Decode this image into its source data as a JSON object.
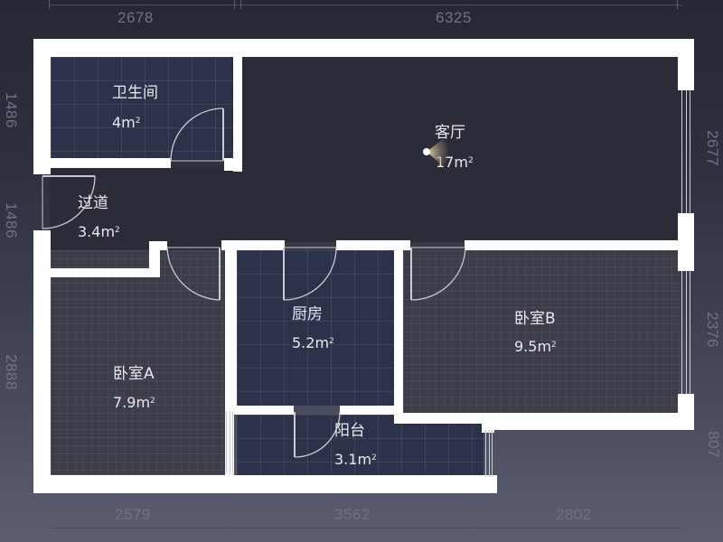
{
  "dimensions": {
    "top": [
      "2678",
      "6325"
    ],
    "bottom": [
      "2579",
      "3562",
      "2802"
    ],
    "left": [
      "1486",
      "1486",
      "2888"
    ],
    "right": [
      "2677",
      "2376",
      "807"
    ]
  },
  "rooms": {
    "bathroom": {
      "name": "卫生间",
      "area": "4m",
      "unit_sup": "2"
    },
    "living_room": {
      "name": "客厅",
      "area": "17m",
      "unit_sup": "2"
    },
    "hallway": {
      "name": "过道",
      "area": "3.4m",
      "unit_sup": "2"
    },
    "kitchen": {
      "name": "厨房",
      "area": "5.2m",
      "unit_sup": "2"
    },
    "bedroom_a": {
      "name": "卧室A",
      "area": "7.9m",
      "unit_sup": "2"
    },
    "bedroom_b": {
      "name": "卧室B",
      "area": "9.5m",
      "unit_sup": "2"
    },
    "balcony": {
      "name": "阳台",
      "area": "3.1m",
      "unit_sup": "2"
    }
  },
  "colors": {
    "wall": "#ffffff",
    "tile_floor": "#2b3249",
    "wood_floor": "#3b3d49",
    "plain_floor": "#2a2c37",
    "camera_marker": "#c9b48a"
  }
}
